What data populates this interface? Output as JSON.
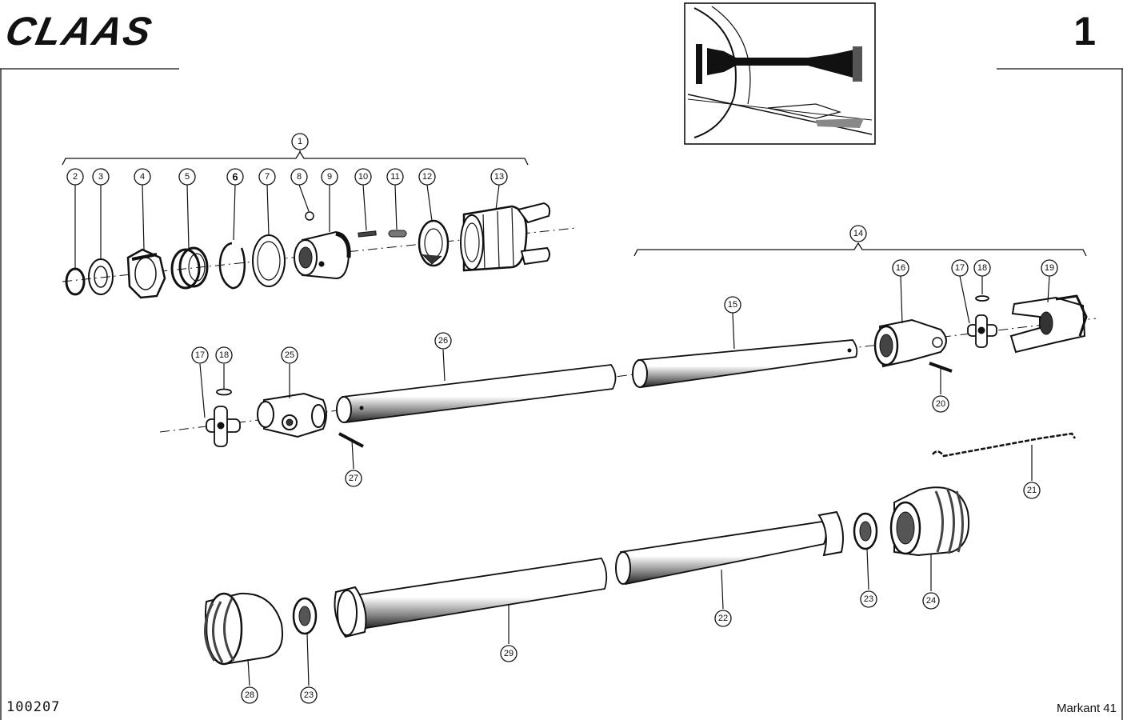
{
  "header": {
    "brand": "CLAAS",
    "page_number": "1"
  },
  "footer": {
    "document_number": "100207",
    "model": "Markant 41"
  },
  "callouts": {
    "c1": "1",
    "c2": "2",
    "c3": "3",
    "c4": "4",
    "c5": "5",
    "c6": "6",
    "c7": "7",
    "c8": "8",
    "c9": "9",
    "c10": "10",
    "c11": "11",
    "c12": "12",
    "c13": "13",
    "c14": "14",
    "c15": "15",
    "c16": "16",
    "c17a": "17",
    "c18a": "18",
    "c19": "19",
    "c20": "20",
    "c21": "21",
    "c22": "22",
    "c23a": "23",
    "c24": "24",
    "c17b": "17",
    "c18b": "18",
    "c25": "25",
    "c26": "26",
    "c27": "27",
    "c28": "28",
    "c23b": "23",
    "c29": "29"
  },
  "colors": {
    "ink": "#111111",
    "paper": "#ffffff",
    "shade": "#555555"
  }
}
